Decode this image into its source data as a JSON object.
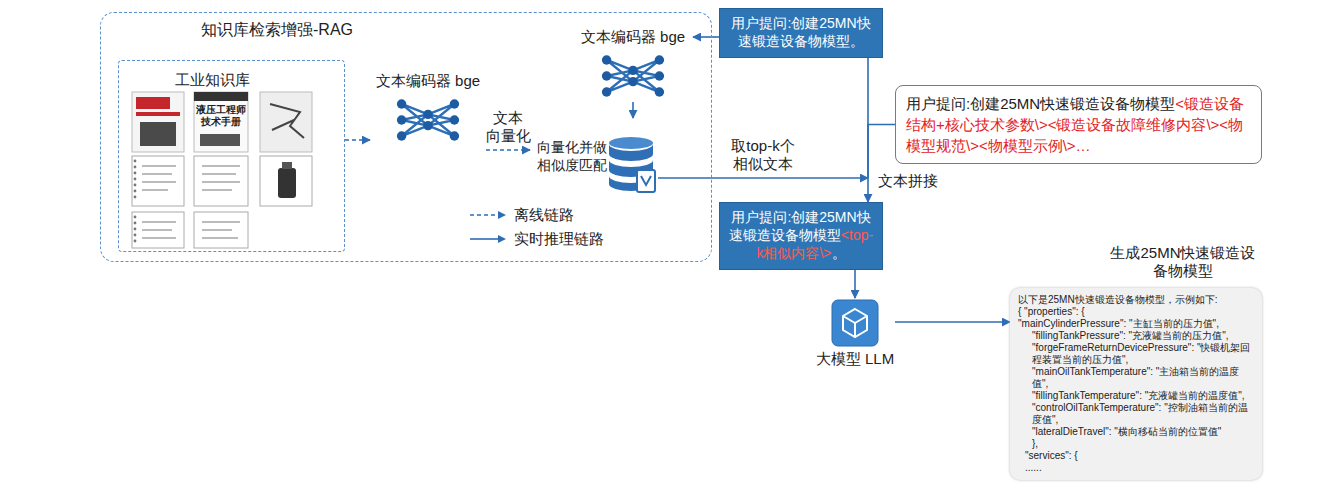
{
  "diagram": {
    "nodes": [
      {
        "text": [
          "知识库检索增强-RAG"
        ]
      },
      {
        "text": [
          "文本编码器 bge"
        ],
        "in": 0
      },
      {
        "text": [
          "工业知识库"
        ],
        "in": 0
      },
      {
        "text": [
          "文本编码器 bge"
        ],
        "in": 0
      },
      {
        "text": [
          "向量化并做 相似度匹配"
        ],
        "in": 0
      },
      {
        "text": [
          "用户提问:创建25MN快速锻造设备物模型。"
        ]
      },
      {
        "text": [
          "用户提问:创建25MN快速锻造设备物模型",
          "<锻造设备结构+核心技术参数\\><锻造设备故障维修内容\\><物模型规范\\><物模型示例\\>…"
        ]
      },
      {
        "text": [
          "文本拼接"
        ]
      },
      {
        "text": [
          "用户提问:创建25MN快速锻造设备物模型",
          "<top-k相似内容\\>",
          "。"
        ]
      },
      {
        "text": [
          "大模型 LLM"
        ]
      },
      {
        "text": [
          "生成25MN快速锻造设备物模型",
          "以下是25MN快速锻造设备物模型，示例如下:",
          "{ \"properties\": {",
          "\"mainCylinderPressure\": \"主缸当前的压力值\",",
          "\"fillingTankPressure\": \"充液罐当前的压力值\",",
          "\"forgeFrameReturnDevicePressure\": \"快锻机架回程装置当前的压力值\",",
          "\"mainOilTankTemperature\": \"主油箱当前的温度值\",",
          "\"fillingTankTemperature\": \"充液罐当前的温度值\",",
          "\"controlOilTankTemperature\": \"控制油箱当前的温度值\",",
          "\"lateralDieTravel\": \"横向移砧当前的位置值\"",
          "},",
          "\"services\": {",
          "......"
        ]
      }
    ],
    "edges": [
      {
        "from": 2,
        "to": 3,
        "arrow": "to"
      },
      {
        "from": 3,
        "to": 4,
        "label": "文本 向量化",
        "arrow": "to"
      },
      {
        "from": 5,
        "to": 1,
        "arrow": "to"
      },
      {
        "from": 1,
        "to": 4,
        "arrow": "to"
      },
      {
        "from": 4,
        "to": 7,
        "label": "取top-k个相似文本",
        "arrow": "to"
      },
      {
        "from": 5,
        "to": 7,
        "arrow": "none"
      },
      {
        "from": 6,
        "to": 7,
        "arrow": "none"
      },
      {
        "from": 7,
        "to": 8,
        "arrow": "to"
      },
      {
        "from": 8,
        "to": 9,
        "arrow": "to"
      },
      {
        "from": 9,
        "to": 10,
        "arrow": "to"
      }
    ],
    "labels": [
      "液压工程师 技术手册"
    ],
    "legend": [
      {
        "text": "离线链路"
      },
      {
        "text": "实时推理链路"
      }
    ]
  }
}
